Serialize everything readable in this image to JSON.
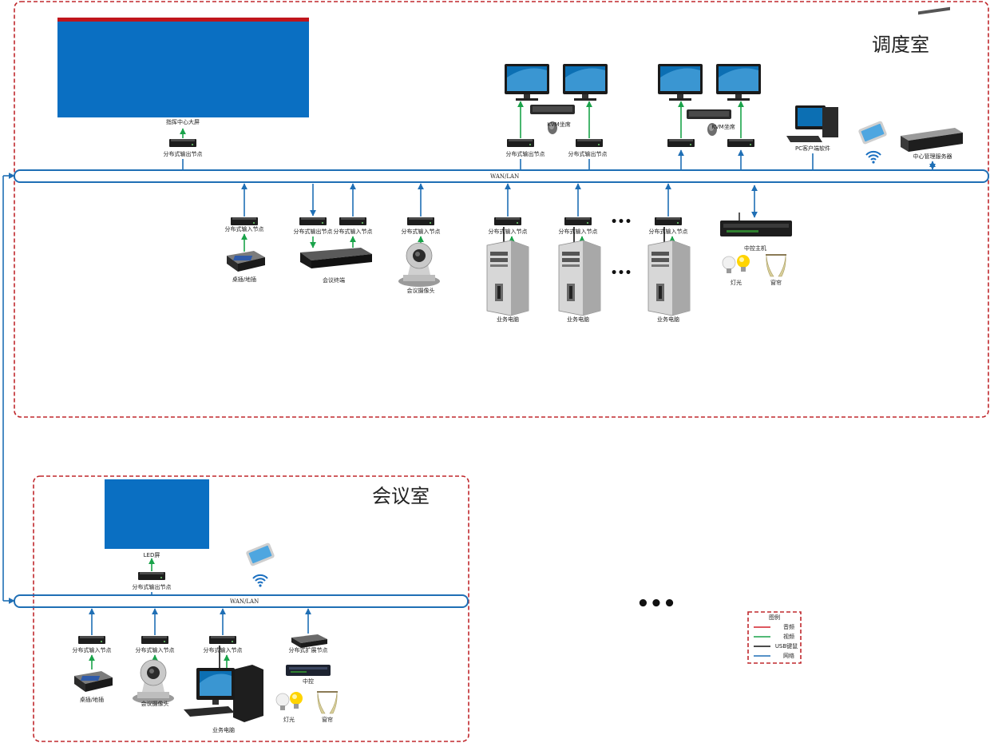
{
  "rooms": {
    "dispatch": "调度室",
    "meeting": "会议室"
  },
  "bus": {
    "label": "WAN/LAN"
  },
  "dispatch": {
    "screen_title_bar": "",
    "screen_label": "指挥中心大屏",
    "screen_node": "分布式输出节点",
    "kvm_output_1": "分布式输出节点",
    "kvm_output_2": "分布式输出节点",
    "kvm_seat_1": "KVM坐席",
    "kvm_seat_2": "KVM坐席",
    "pc_client": "PC客户端软件",
    "server": "中心管理服务器",
    "node_in_1": "分布式输入节点",
    "node_out_conf": "分布式输出节点",
    "node_in_2": "分布式输入节点",
    "node_in_3": "分布式输入节点",
    "node_in_pc1": "分布式输入节点",
    "node_in_pc2": "分布式输入节点",
    "node_in_pc3": "分布式输入节点",
    "desk_box": "桌插/地插",
    "conf_terminal": "会议终端",
    "conf_camera": "会议摄像头",
    "pc1": "业务电脑",
    "pc2": "业务电脑",
    "pc3": "业务电脑",
    "control_host": "中控主机",
    "light": "灯光",
    "curtain": "窗帘",
    "ellipsis": "•••"
  },
  "meeting": {
    "screen_label": "LED屏",
    "screen_node": "分布式输出节点",
    "node_in_1": "分布式输入节点",
    "node_in_2": "分布式输入节点",
    "node_in_3": "分布式输入节点",
    "node_extend": "分布式扩展节点",
    "desk_box": "桌插/地插",
    "camera": "会议摄像头",
    "pc": "业务电脑",
    "control": "中控",
    "light": "灯光",
    "curtain": "窗帘"
  },
  "more": "•••",
  "legend": {
    "title": "图例",
    "items": [
      {
        "label": "音频",
        "color": "#d3202a"
      },
      {
        "label": "视频",
        "color": "#1aa34a"
      },
      {
        "label": "USB键鼠",
        "color": "#111111"
      },
      {
        "label": "网络",
        "color": "#1f6fb5"
      }
    ]
  },
  "colors": {
    "screen_blue": "#0a6fc2",
    "zone_border": "#c0282d",
    "network": "#1f6fb5",
    "video": "#1aa34a"
  },
  "icons": [
    "network-node-icon",
    "monitor-icon",
    "keyboard-icon",
    "mouse-icon",
    "tower-pc-icon",
    "tablet-icon",
    "wifi-icon",
    "server-icon",
    "camera-icon",
    "conference-terminal-icon",
    "desk-box-icon",
    "control-host-icon",
    "bulb-icon",
    "curtain-icon"
  ]
}
